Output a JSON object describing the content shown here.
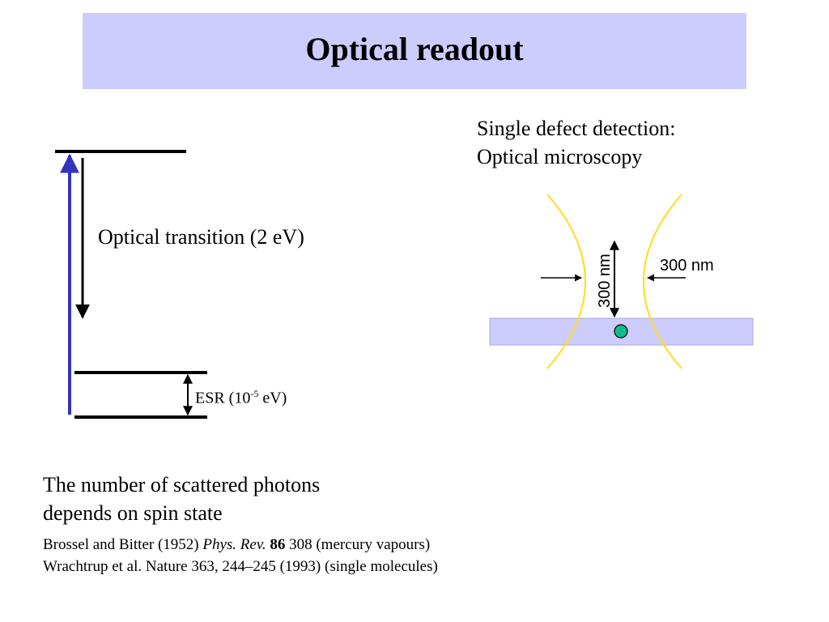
{
  "title": "Optical readout",
  "energy_diagram": {
    "optical_label": "Optical transition (2 eV)",
    "esr_label_prefix": "ESR (10",
    "esr_label_exponent": "-5",
    "esr_label_suffix": " eV)"
  },
  "microscopy": {
    "heading_line1": "Single defect detection:",
    "heading_line2": "Optical microscopy",
    "vertical_dim_label": "300 nm",
    "horizontal_dim_label": "300 nm"
  },
  "body": {
    "line1": "The number of scattered photons",
    "line2": "depends on spin state"
  },
  "references": {
    "ref1_authors": "Brossel and Bitter (1952) ",
    "ref1_journal": "Phys. Rev.",
    "ref1_volume": "86",
    "ref1_rest": " 308 (mercury vapours)",
    "ref2": "Wrachtrup et al. Nature 363, 244–245 (1993) (single molecules)"
  },
  "colors": {
    "title_band": "#ccccff",
    "excitation_arrow": "#3333bb",
    "beam_outline": "#ffdd22",
    "sample_layer": "#ccccff",
    "defect_dot": "#11bb88"
  }
}
